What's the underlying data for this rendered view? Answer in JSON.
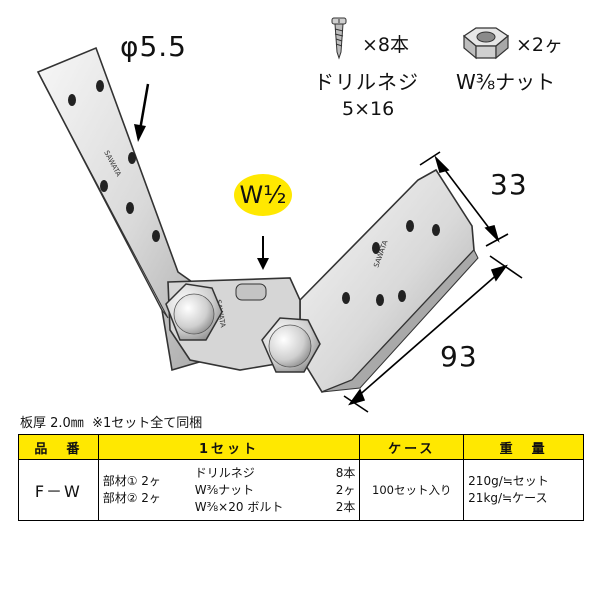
{
  "callouts": {
    "hole_diameter": "φ5.5",
    "bolt_size": "W½",
    "width": "33",
    "length": "93"
  },
  "accessories": {
    "screw_qty": "×8本",
    "screw_name": "ドリルネジ",
    "screw_size": "5×16",
    "nut_qty": "×2ヶ",
    "nut_name": "W⅜ナット"
  },
  "bracket_stamp": "SAWATA",
  "note": "板厚 2.0㎜  ※1セット全て同梱",
  "table": {
    "headers": [
      "品　番",
      "1セット",
      "ケース",
      "重　量"
    ],
    "product_code": "F－W",
    "parts": [
      "部材① 2ヶ",
      "部材② 2ヶ"
    ],
    "contents": [
      {
        "name": "ドリルネジ",
        "qty": "8本"
      },
      {
        "name": "W⅜ナット",
        "qty": "2ヶ"
      },
      {
        "name": "W⅜×20 ボルト",
        "qty": "2本"
      }
    ],
    "case": "100セット入り",
    "weights": [
      "210g/≒セット",
      "21kg/≒ケース"
    ]
  },
  "colors": {
    "badge_yellow": "#ffe800",
    "header_yellow": "#ffe800",
    "metal_light": "#e8e8e8",
    "metal_dark": "#9a9a9a"
  },
  "icons": [
    "drill-screw-icon",
    "hex-nut-icon"
  ]
}
